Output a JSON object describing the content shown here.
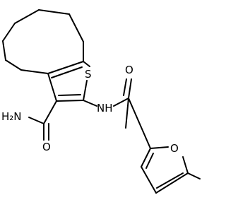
{
  "molecule": {
    "atoms": {
      "S": "S",
      "NH2": "H₂N",
      "O_amide": "O",
      "NH": "NH",
      "O_carbonyl": "O",
      "O_furan": "O"
    }
  },
  "colors": {
    "bond": "#000000",
    "label": "#000000",
    "background": "#ffffff"
  }
}
